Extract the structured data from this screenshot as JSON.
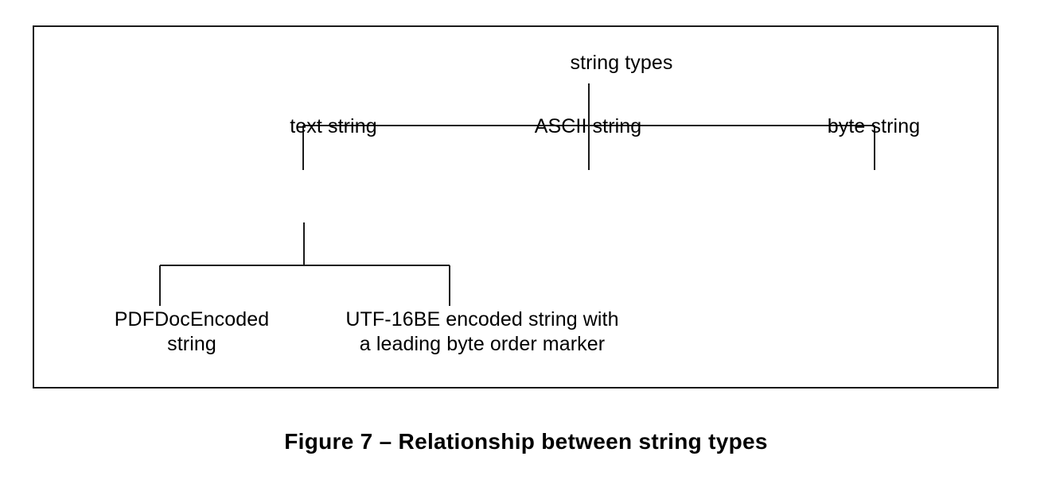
{
  "figure": {
    "caption": "Figure 7 –  Relationship between string types",
    "frame": {
      "border_color": "#1a1a1a",
      "background": "#ffffff"
    },
    "line_color": "#1a1a1a",
    "text_color": "#000000"
  },
  "diagram": {
    "type": "tree",
    "root": {
      "label": "string types"
    },
    "level2": [
      {
        "label": "text string"
      },
      {
        "label": "ASCII string"
      },
      {
        "label": "byte string"
      }
    ],
    "level3": [
      {
        "label": "PDFDocEncoded\nstring"
      },
      {
        "label": "UTF-16BE encoded string with\na leading byte order marker"
      }
    ],
    "edges": [
      {
        "from": "string types",
        "to": "text string"
      },
      {
        "from": "string types",
        "to": "ASCII string"
      },
      {
        "from": "string types",
        "to": "byte string"
      },
      {
        "from": "text string",
        "to": "PDFDocEncoded string"
      },
      {
        "from": "text string",
        "to": "UTF-16BE encoded string with a leading byte order marker"
      }
    ]
  }
}
